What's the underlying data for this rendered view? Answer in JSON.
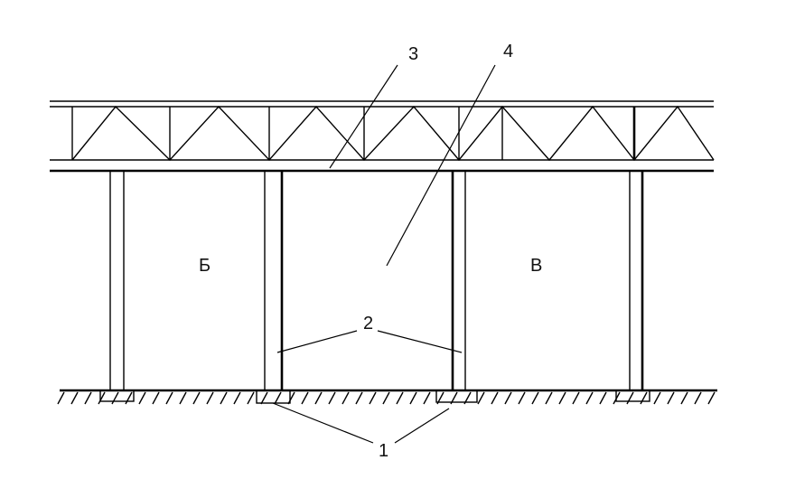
{
  "labels": {
    "foundation": "1",
    "columns": "2",
    "beam": "3",
    "opening": "4",
    "bay_left": "Б",
    "bay_right": "В"
  }
}
